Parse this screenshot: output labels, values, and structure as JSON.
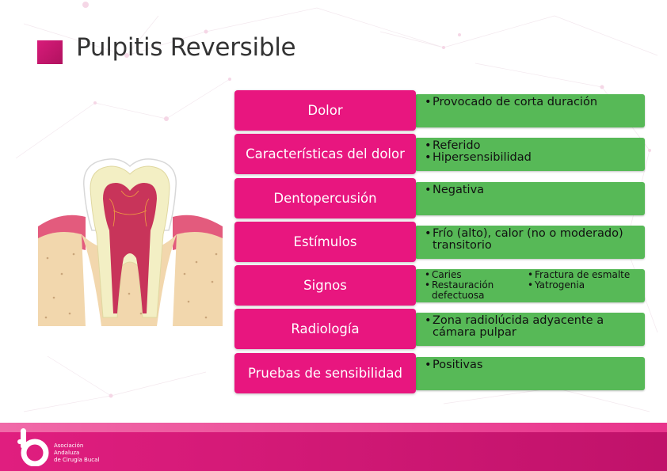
{
  "title": "Pulpitis Reversible",
  "colors": {
    "accent": "#e8167f",
    "value_green": "#57b957",
    "footer": "#d01b76"
  },
  "rows": [
    {
      "label": "Dolor",
      "values": [
        "Provocado de corta duración"
      ]
    },
    {
      "label": "Características del dolor",
      "values": [
        "Referido",
        "Hipersensibilidad"
      ]
    },
    {
      "label": "Dentopercusión",
      "values": [
        "Negativa"
      ]
    },
    {
      "label": "Estímulos",
      "values": [
        "Frío (alto), calor (no o moderado) transitorio"
      ]
    },
    {
      "label": "Signos",
      "values": [
        "Caries",
        "Fractura de esmalte",
        "Restauración defectuosa",
        "Yatrogenia"
      ]
    },
    {
      "label": "Radiología",
      "values": [
        "Zona radiolúcida adyacente a cámara pulpar"
      ]
    },
    {
      "label": "Pruebas de sensibilidad",
      "values": [
        "Positivas"
      ]
    }
  ],
  "footer": {
    "org_line1": "Asociación",
    "org_line2": "Andaluza",
    "org_line3": "de Cirugía Bucal"
  },
  "icons": [
    "tooth-illustration",
    "logo-icon"
  ]
}
